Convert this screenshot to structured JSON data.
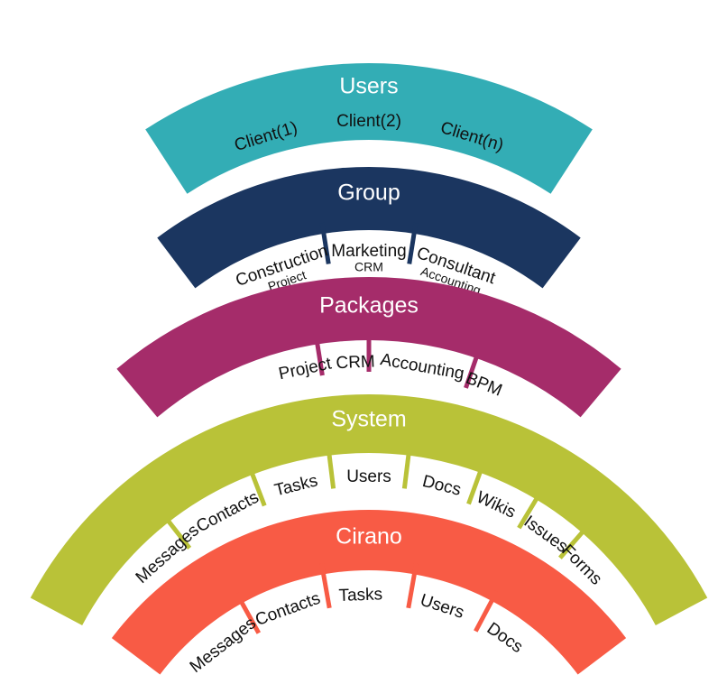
{
  "layers": [
    {
      "title": "Users",
      "color": "#33adb5",
      "items": [
        {
          "label": "Client(1)",
          "sub": ""
        },
        {
          "label": "Client(2)",
          "sub": ""
        },
        {
          "label": "Client(n)",
          "sub": ""
        }
      ]
    },
    {
      "title": "Group",
      "color": "#1b3660",
      "items": [
        {
          "label": "Construction",
          "sub": "Project"
        },
        {
          "label": "Marketing",
          "sub": "CRM"
        },
        {
          "label": "Consultant",
          "sub": "Accounting"
        }
      ]
    },
    {
      "title": "Packages",
      "color": "#a52c6a",
      "items": [
        {
          "label": "Project",
          "sub": ""
        },
        {
          "label": "CRM",
          "sub": ""
        },
        {
          "label": "Accounting",
          "sub": ""
        },
        {
          "label": "BPM",
          "sub": ""
        }
      ]
    },
    {
      "title": "System",
      "color": "#b9c238",
      "items": [
        {
          "label": "Messages",
          "sub": ""
        },
        {
          "label": "Contacts",
          "sub": ""
        },
        {
          "label": "Tasks",
          "sub": ""
        },
        {
          "label": "Users",
          "sub": ""
        },
        {
          "label": "Docs",
          "sub": ""
        },
        {
          "label": "Wikis",
          "sub": ""
        },
        {
          "label": "Issues",
          "sub": ""
        },
        {
          "label": "Forms",
          "sub": ""
        }
      ]
    },
    {
      "title": "Cirano",
      "color": "#f85b45",
      "items": [
        {
          "label": "Messages",
          "sub": ""
        },
        {
          "label": "Contacts",
          "sub": ""
        },
        {
          "label": "Tasks",
          "sub": ""
        },
        {
          "label": "Users",
          "sub": ""
        },
        {
          "label": "Docs",
          "sub": ""
        }
      ]
    }
  ]
}
